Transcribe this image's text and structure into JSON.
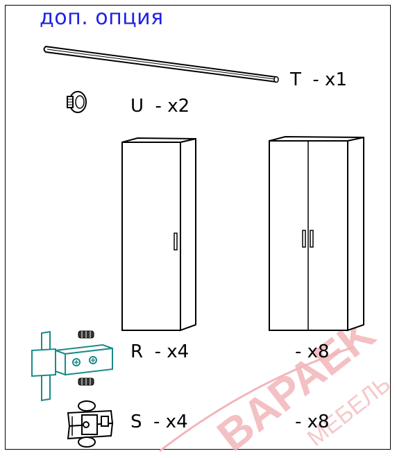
{
  "title": "доп. опция",
  "parts": {
    "T": {
      "label": "T  - x1"
    },
    "U": {
      "label": "U  - x2"
    },
    "R": {
      "label": "R  - x4"
    },
    "S": {
      "label": "S  - x4"
    },
    "R2": {
      "label": "- x8"
    },
    "S2": {
      "label": "- x8"
    }
  },
  "watermark": {
    "line1": "BAPAEK",
    "line2": "МЕБЕЛЬ",
    "color": "#e8323c"
  },
  "colors": {
    "title": "#1e22e6",
    "hinge": "#1a8a88"
  },
  "icons": [
    "rod-icon",
    "cam-icon",
    "single-door-cabinet-icon",
    "double-door-cabinet-icon",
    "hinge-icon",
    "screw-icon",
    "mounting-plate-icon"
  ]
}
